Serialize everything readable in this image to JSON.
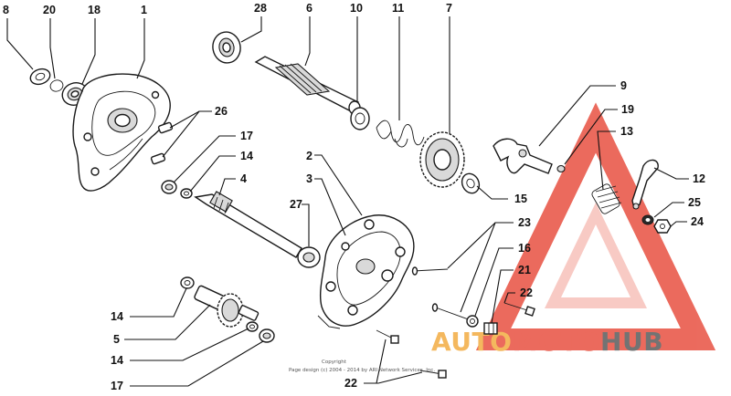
{
  "callouts": [
    "8",
    "20",
    "18",
    "1",
    "28",
    "6",
    "10",
    "11",
    "7",
    "9",
    "19",
    "13",
    "12",
    "25",
    "24",
    "15",
    "26",
    "17",
    "14",
    "4",
    "2",
    "3",
    "27",
    "23",
    "16",
    "21",
    "22",
    "14",
    "5",
    "14",
    "17",
    "22"
  ],
  "copyright": {
    "line1": "Copyright",
    "line2": "Page design (c) 2004 - 2014 by ARI Network Services, Inc."
  },
  "watermark": {
    "part1": "AUTO",
    "part2": "MOTO",
    "part3": "HUB"
  },
  "colors": {
    "line_art": "#1a1a1a",
    "watermark_red": "#e74a3a",
    "watermark_orange": "#f2a93b",
    "watermark_gray": "#555555"
  }
}
